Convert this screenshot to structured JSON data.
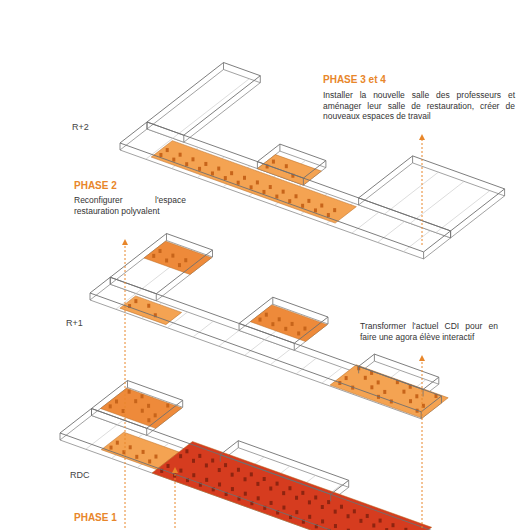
{
  "diagram": {
    "labels": [
      "R+2",
      "PHASE 3 et 4",
      "Installer la nouvelle salle des professeurs et aménager leur salle de restauration, créer de nouveaux espaces de travail",
      "PHASE 2",
      "Reconfigurer l'espace restauration polyvalent",
      "R+1",
      "Transformer l'actuel CDI pour en faire une agora élève interactif",
      "RDC",
      "PHASE 1"
    ]
  }
}
